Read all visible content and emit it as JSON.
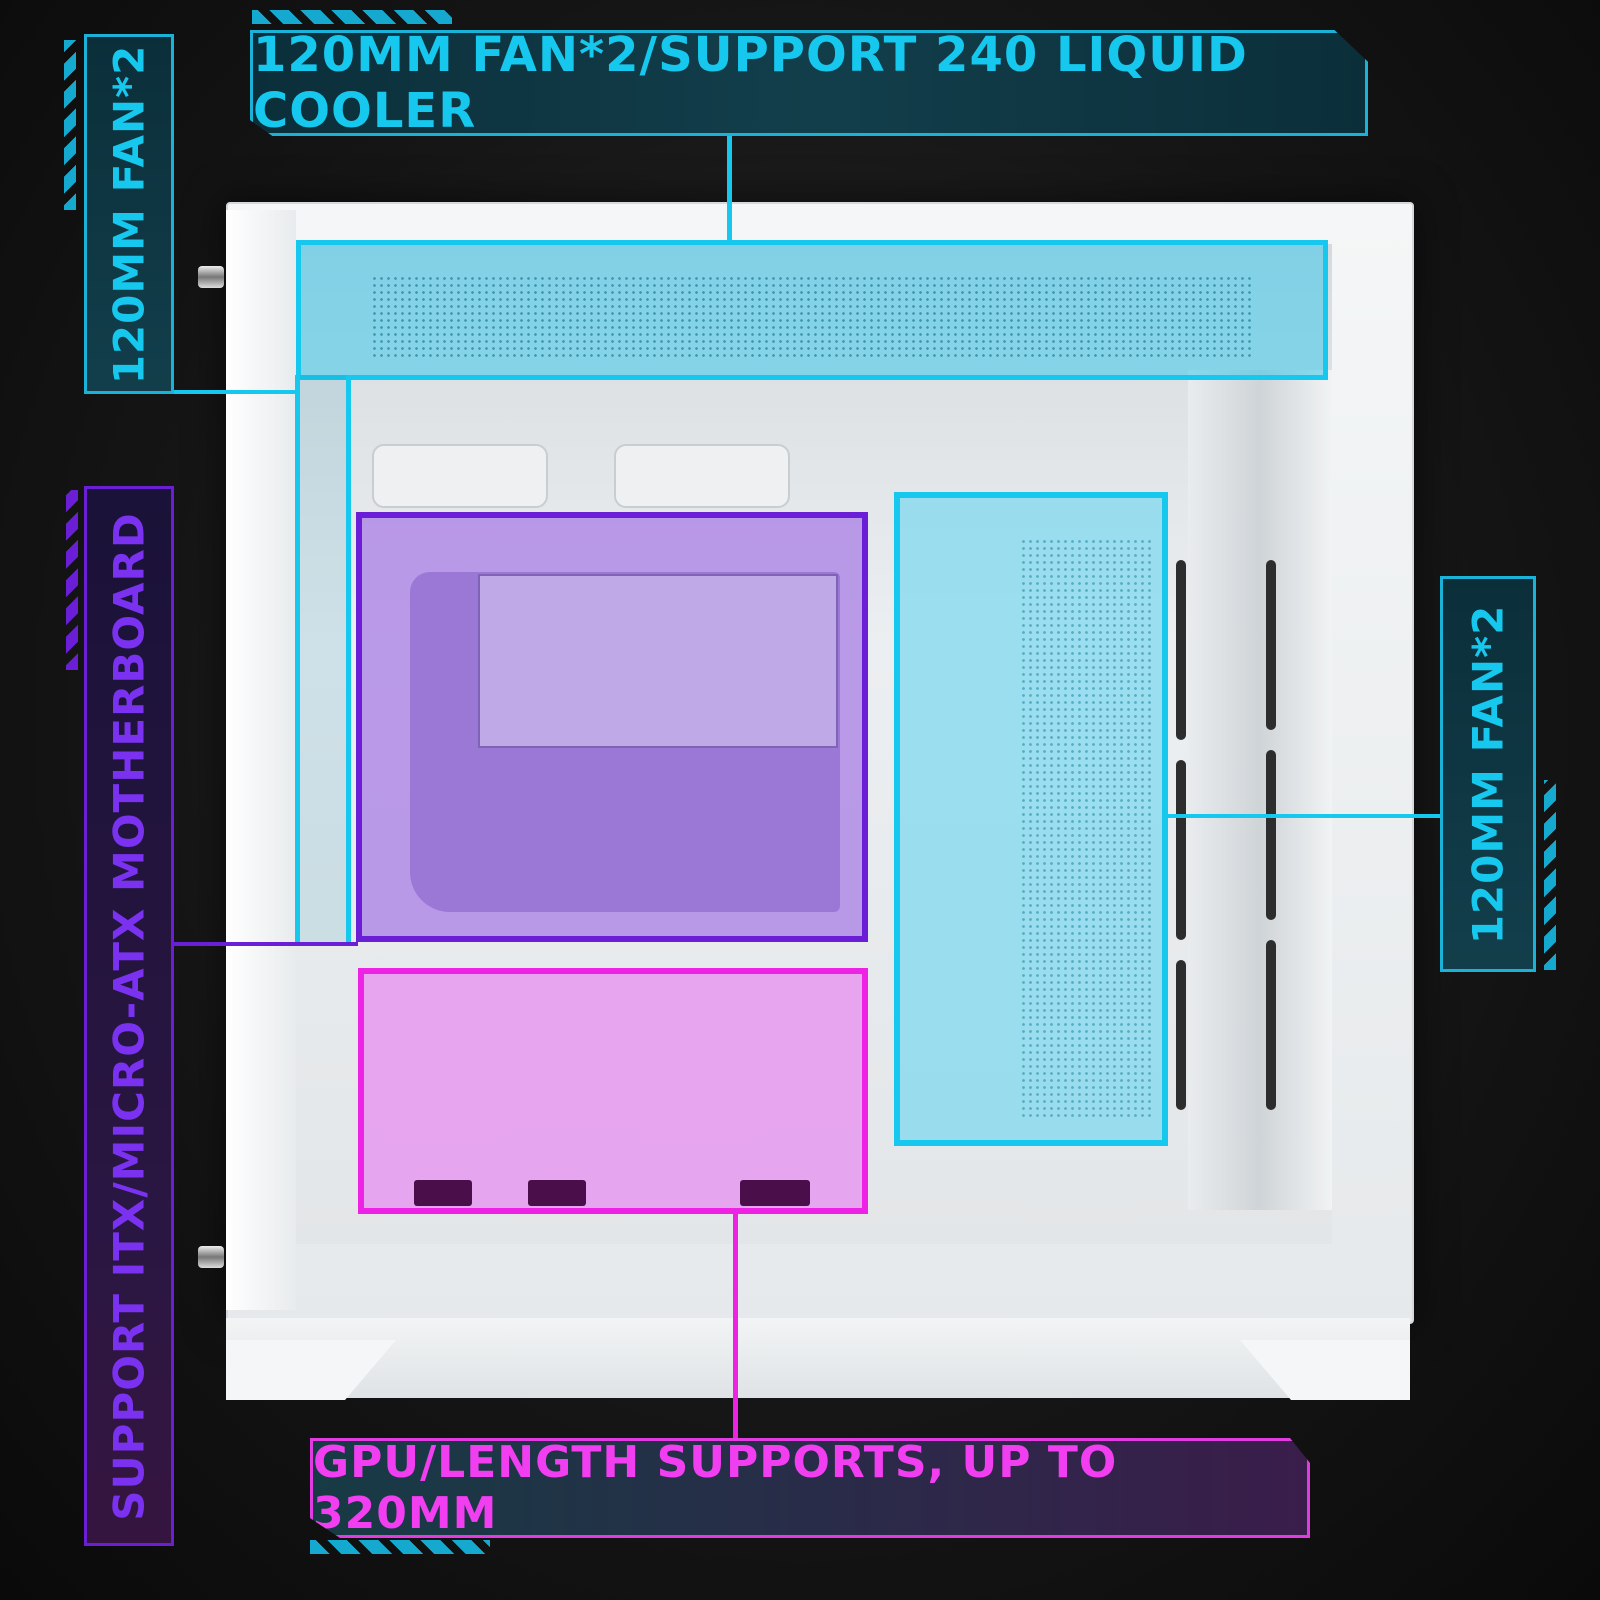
{
  "callouts": {
    "top_fan": "120MM FAN*2/SUPPORT 240 LIQUID COOLER",
    "front_fan": "120MM FAN*2",
    "motherboard": "SUPPORT ITX/MICRO-ATX MOTHERBOARD",
    "side_fan": "120MM FAN*2",
    "gpu": "GPU/LENGTH SUPPORTS, UP TO 320MM"
  },
  "colors": {
    "cyan_accent": "#16c7ee",
    "purple_accent": "#6a1fd6",
    "magenta_accent": "#ee22e4",
    "background": "#161616",
    "case_body": "#f2f4f5"
  }
}
